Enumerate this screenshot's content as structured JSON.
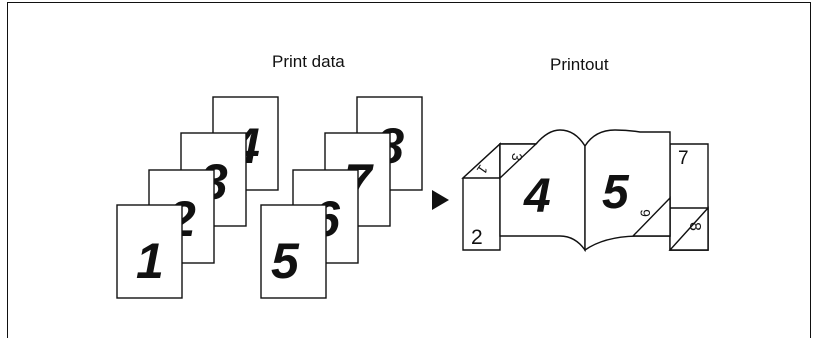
{
  "diagram": {
    "print_data_label": "Print data",
    "printout_label": "Printout",
    "left_stack_pages": [
      "1",
      "2",
      "3",
      "4"
    ],
    "right_stack_pages": [
      "5",
      "6",
      "7",
      "8"
    ],
    "booklet": {
      "back_left_page": "2",
      "fold_left_page": "1",
      "fold_inner_left_page": "3",
      "left_spread_page": "4",
      "right_spread_page": "5",
      "fold_inner_right_page": "6",
      "back_right_page": "7",
      "fold_right_page": "8"
    },
    "arrow_icon": "right-triangle-arrow-icon"
  }
}
